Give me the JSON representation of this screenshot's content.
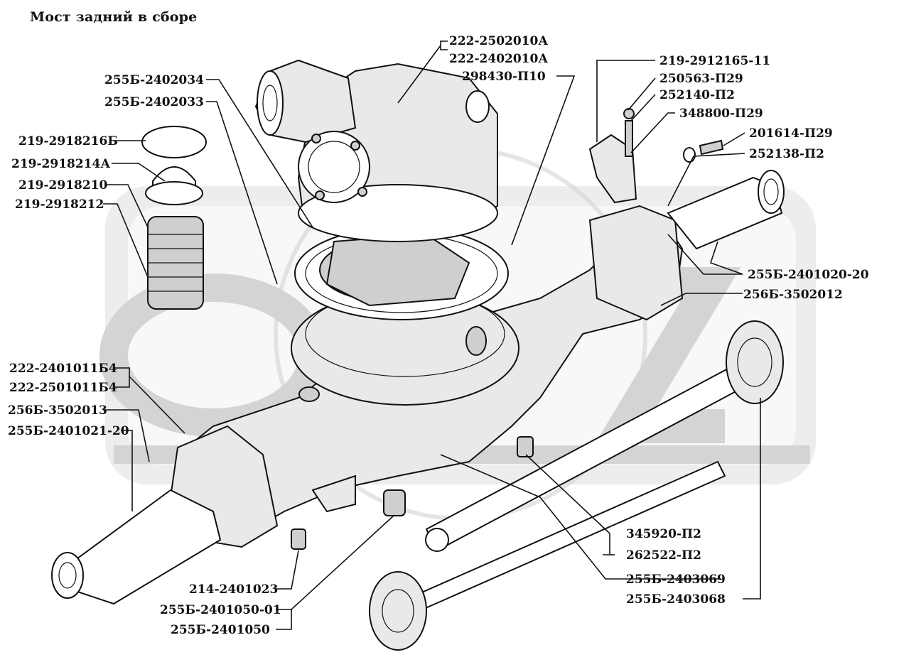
{
  "title": "Мост задний в сборе",
  "callouts": [
    {
      "id": "c1",
      "text": "222-2502010А"
    },
    {
      "id": "c2",
      "text": "222-2402010А"
    },
    {
      "id": "c3",
      "text": "298430-П10"
    },
    {
      "id": "c4",
      "text": "255Б-2402034"
    },
    {
      "id": "c5",
      "text": "255Б-2402033"
    },
    {
      "id": "c6",
      "text": "219-2918216Б"
    },
    {
      "id": "c7",
      "text": "219-2918214А"
    },
    {
      "id": "c8",
      "text": "219-2918210"
    },
    {
      "id": "c9",
      "text": "219-2918212"
    },
    {
      "id": "c10",
      "text": "219-2912165-11"
    },
    {
      "id": "c11",
      "text": "250563-П29"
    },
    {
      "id": "c12",
      "text": "252140-П2"
    },
    {
      "id": "c13",
      "text": "348800-П29"
    },
    {
      "id": "c14",
      "text": "201614-П29"
    },
    {
      "id": "c15",
      "text": "252138-П2"
    },
    {
      "id": "c16",
      "text": "255Б-2401020-20"
    },
    {
      "id": "c17",
      "text": "256Б-3502012"
    },
    {
      "id": "c18",
      "text": "222-2401011Б4"
    },
    {
      "id": "c19",
      "text": "222-2501011Б4"
    },
    {
      "id": "c20",
      "text": "256Б-3502013"
    },
    {
      "id": "c21",
      "text": "255Б-2401021-20"
    },
    {
      "id": "c22",
      "text": "345920-П2"
    },
    {
      "id": "c23",
      "text": "262522-П2"
    },
    {
      "id": "c24",
      "text": "255Б-2403069"
    },
    {
      "id": "c25",
      "text": "255Б-2403068"
    },
    {
      "id": "c26",
      "text": "214-2401023"
    },
    {
      "id": "c27",
      "text": "255Б-2401050-01"
    },
    {
      "id": "c28",
      "text": "255Б-2401050"
    }
  ]
}
